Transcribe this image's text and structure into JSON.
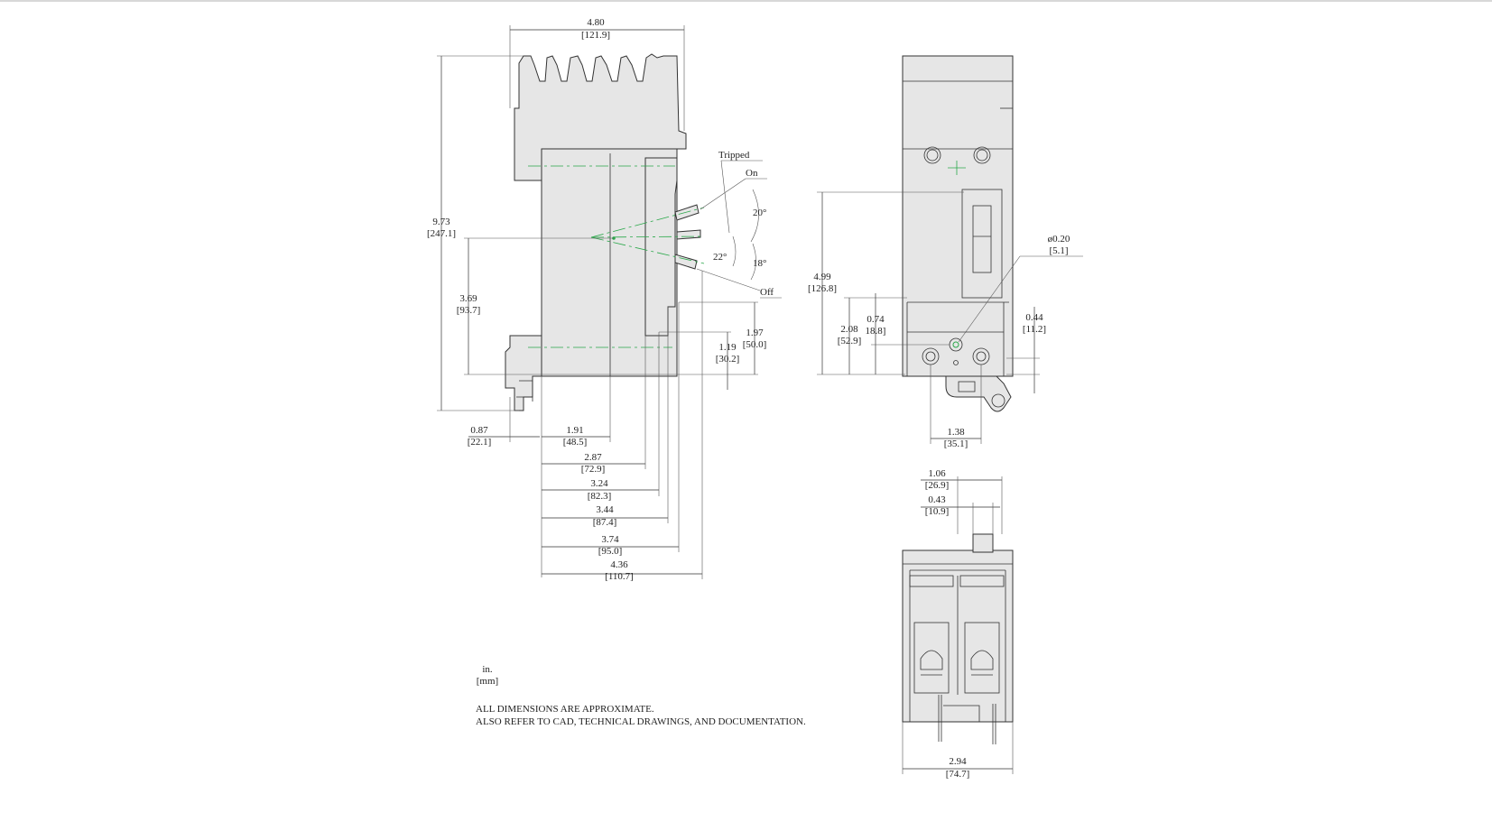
{
  "side_view": {
    "overall_width": {
      "in": "4.80",
      "mm": "[121.9]"
    },
    "overall_height": {
      "in": "9.73",
      "mm": "[247.1]"
    },
    "centerline_height": {
      "in": "3.69",
      "mm": "[93.7]"
    },
    "handle_off_height": {
      "in": "1.97",
      "mm": "[50.0]"
    },
    "lower_height": {
      "in": "1.19",
      "mm": "[30.2]"
    },
    "mount_offset": {
      "in": "0.87",
      "mm": "[22.1]"
    },
    "depth_1": {
      "in": "1.91",
      "mm": "[48.5]"
    },
    "depth_2": {
      "in": "2.87",
      "mm": "[72.9]"
    },
    "depth_3": {
      "in": "3.24",
      "mm": "[82.3]"
    },
    "depth_4": {
      "in": "3.44",
      "mm": "[87.4]"
    },
    "depth_5": {
      "in": "3.74",
      "mm": "[95.0]"
    },
    "depth_6": {
      "in": "4.36",
      "mm": "[110.7]"
    },
    "handle_positions": {
      "tripped": "Tripped",
      "on": "On",
      "off": "Off"
    },
    "angles": {
      "a20": "20°",
      "a22": "22°",
      "a18": "18°"
    }
  },
  "front_view": {
    "height_to_handle": {
      "in": "4.99",
      "mm": "[126.8]"
    },
    "height_208": {
      "in": "2.08",
      "mm": "[52.9]"
    },
    "height_074": {
      "in": "0.74",
      "mm": "18.8]"
    },
    "hole_dia": {
      "in": "ø0.20",
      "mm": "[5.1]"
    },
    "height_044": {
      "in": "0.44",
      "mm": "[11.2]"
    },
    "terminal_spacing": {
      "in": "1.38",
      "mm": "[35.1]"
    }
  },
  "bottom_view": {
    "width_106": {
      "in": "1.06",
      "mm": "[26.9]"
    },
    "width_043": {
      "in": "0.43",
      "mm": "[10.9]"
    },
    "overall_width": {
      "in": "2.94",
      "mm": "[74.7]"
    }
  },
  "units_legend": {
    "top": "in.",
    "bottom": "[mm]"
  },
  "notes": {
    "line1": "ALL DIMENSIONS ARE APPROXIMATE.",
    "line2": "ALSO REFER TO CAD, TECHNICAL DRAWINGS, AND DOCUMENTATION."
  },
  "colors": {
    "body": "#e6e6e6",
    "centerline": "#2aa84a",
    "line": "#333333"
  }
}
